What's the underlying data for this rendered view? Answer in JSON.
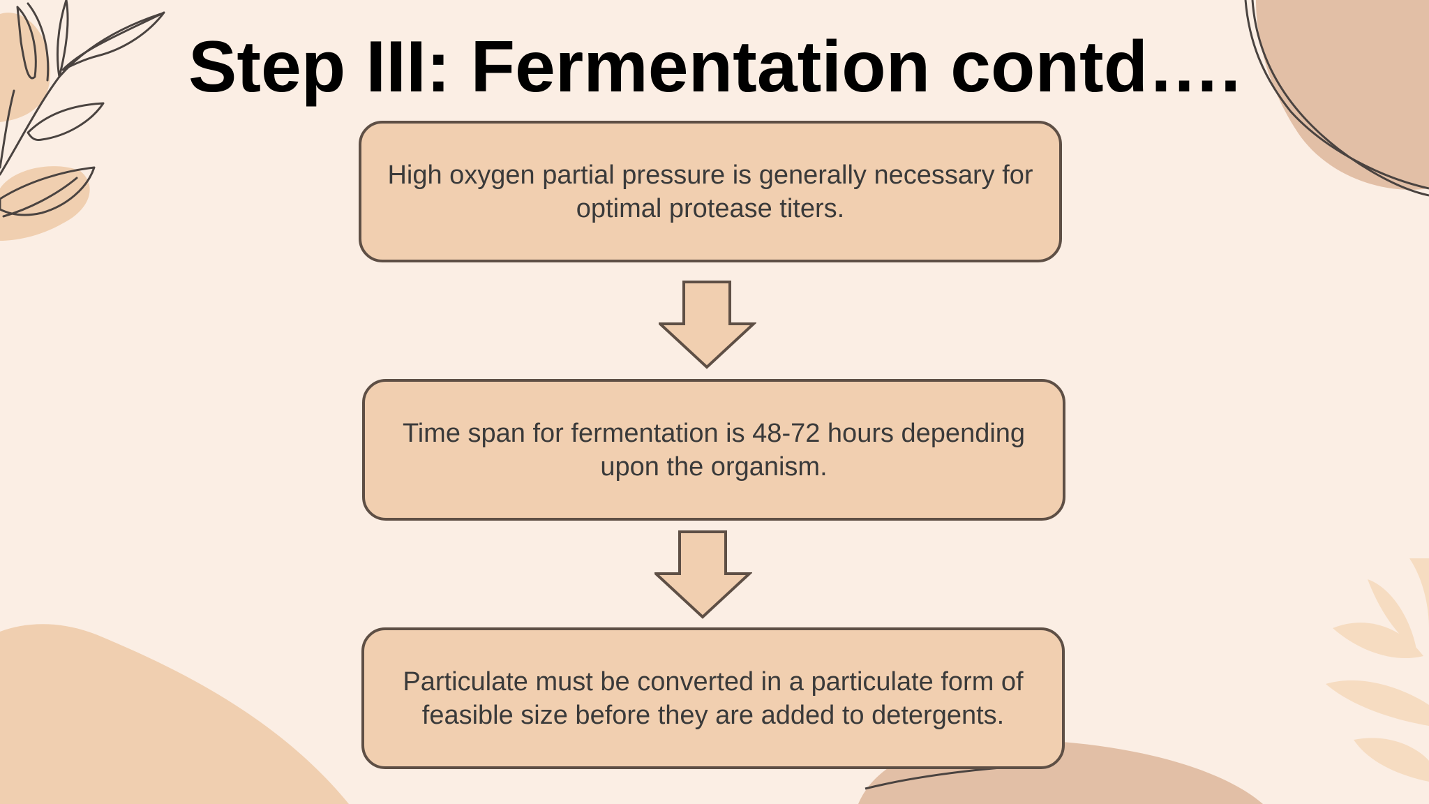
{
  "slide": {
    "title": "Step III: Fermentation contd…."
  },
  "flow": {
    "steps": [
      {
        "text": "High oxygen partial pressure is generally necessary for optimal protease titers."
      },
      {
        "text": "Time span for fermentation is 48-72 hours depending upon the organism."
      },
      {
        "text": "Particulate must be converted in a particulate form of feasible size before they are added to detergents."
      }
    ]
  },
  "colors": {
    "background": "#fbeee4",
    "box_fill": "#f1cfb0",
    "box_border": "#5e4f45",
    "text": "#3a3a3a",
    "title": "#000000",
    "accent_blob": "#f0cfb0",
    "accent_blob_dark": "#e2bfa6"
  },
  "icons": {
    "top_left": "leaf-branch-icon",
    "top_right": "blob-outline-icon",
    "bottom_right": "leaf-icon",
    "connector": "down-arrow-icon"
  }
}
